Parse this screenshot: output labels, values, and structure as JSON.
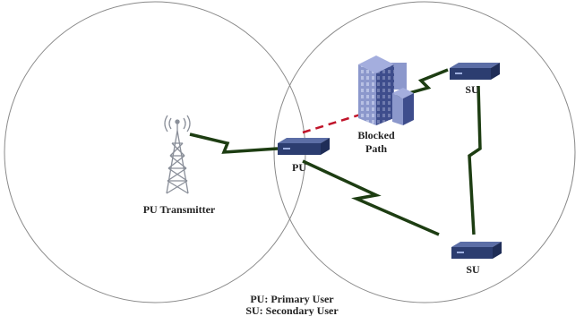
{
  "diagram": {
    "labels": {
      "transmitter": "PU Transmitter",
      "primary_user": "PU",
      "blocked_path_line1": "Blocked",
      "blocked_path_line2": "Path",
      "secondary_user_top": "SU",
      "secondary_user_bottom": "SU"
    },
    "legend": {
      "primary": "PU: Primary User",
      "secondary": "SU: Secondary User"
    },
    "icons": {
      "transmitter": "radio-tower-icon",
      "primary_user_device": "router-device-icon",
      "secondary_user_devices": "router-device-icon",
      "obstacle": "office-building-icon"
    },
    "colors": {
      "circle_stroke": "#8a8a8a",
      "link": "#1d3d12",
      "blocked_link": "#c0142a",
      "device_top": "#5c6ea6",
      "device_front": "#2c3d70",
      "building_light": "#8c98cc",
      "building_dark": "#3e4d8c",
      "tower": "#8a8f99"
    }
  }
}
